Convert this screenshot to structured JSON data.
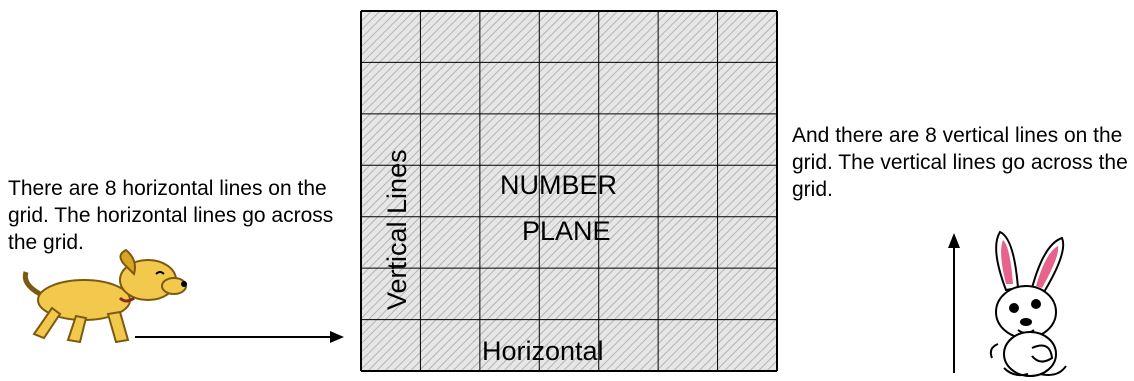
{
  "left_caption": "There are 8 horizontal lines on the grid. The horizontal lines go across the grid.",
  "right_caption": "And there are 8 vertical lines on the grid. The vertical lines go across the grid.",
  "grid": {
    "title_line1": "NUMBER",
    "title_line2": "PLANE",
    "vertical_label": "Vertical Lines",
    "horizontal_label": "Horizontal",
    "horizontal_line_count": 8,
    "vertical_line_count": 8
  },
  "icons": {
    "dog": "dog-illustration",
    "rabbit": "rabbit-illustration",
    "right_arrow": "arrow-right-icon",
    "up_arrow": "arrow-up-icon"
  },
  "colors": {
    "grid_fill": "#d9d9d9",
    "hatch": "#b0b0b0",
    "line": "#000000"
  }
}
